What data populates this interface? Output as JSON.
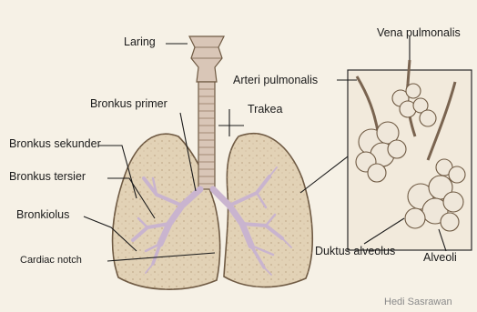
{
  "labels": {
    "laring": "Laring",
    "vena_pulmonalis": "Vena pulmonalis",
    "arteri_pulmonalis": "Arteri pulmonalis",
    "bronkus_primer": "Bronkus primer",
    "trakea": "Trakea",
    "bronkus_sekunder": "Bronkus sekunder",
    "bronkus_tersier": "Bronkus tersier",
    "bronkiolus": "Bronkiolus",
    "cardiac_notch": "Cardiac notch",
    "duktus_alveolus": "Duktus alveolus",
    "alveoli": "Alveoli"
  },
  "credit": "Hedi Sasrawan",
  "colors": {
    "background": "#f6f1e6",
    "lung_fill": "#e2d2b6",
    "lung_stroke": "#6f5a43",
    "airway": "#c9b4cf",
    "trachea": "#d9c6b7",
    "leader": "#1a1a1a",
    "alveoli_fill": "#efe7da",
    "text": "#1a1a1a"
  }
}
